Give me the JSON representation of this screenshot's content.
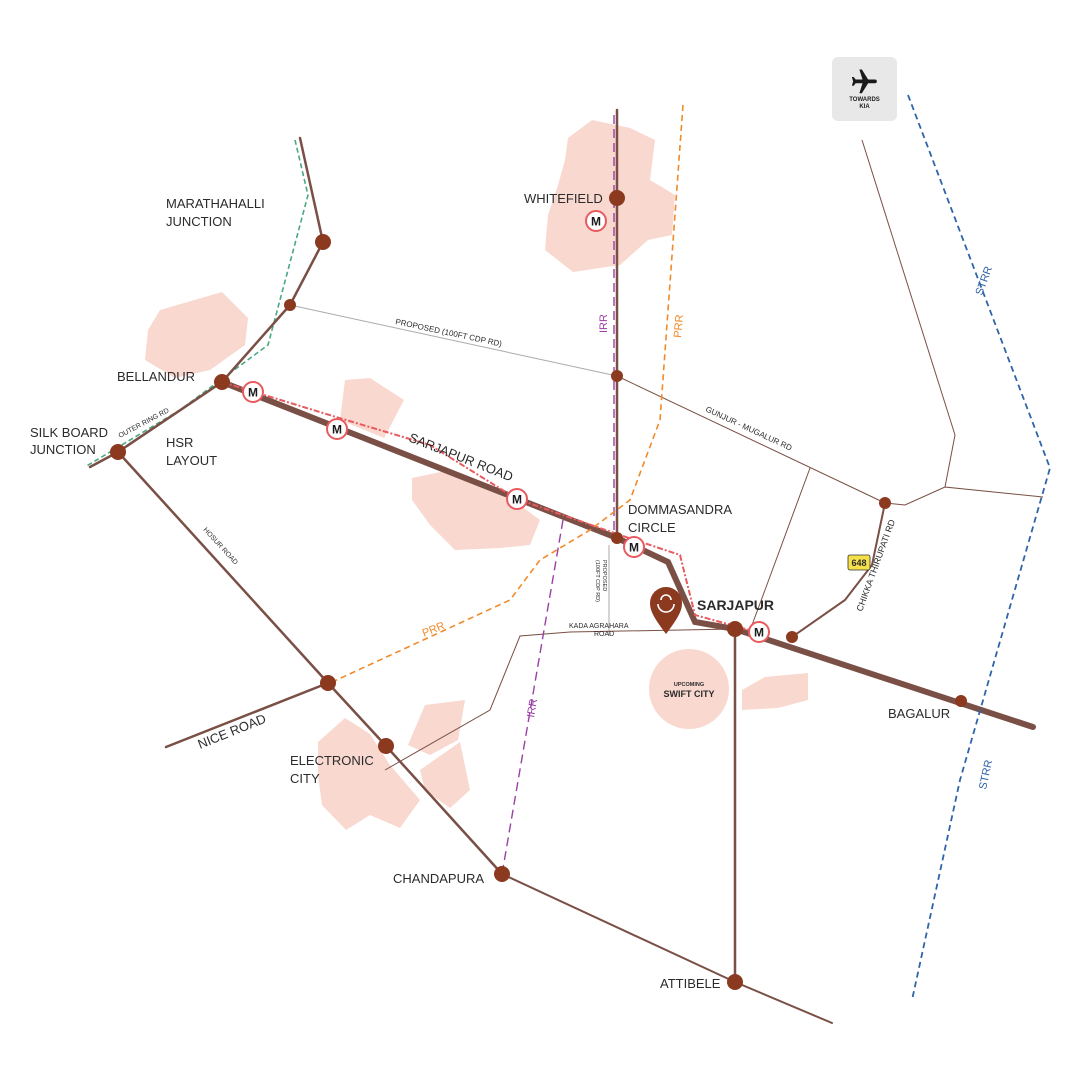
{
  "places": {
    "whitefield": "WHITEFIELD",
    "marathahalli_1": "MARATHAHALLI",
    "marathahalli_2": "JUNCTION",
    "bellandur": "BELLANDUR",
    "silk_board_1": "SILK BOARD",
    "silk_board_2": "JUNCTION",
    "hsr_1": "HSR",
    "hsr_2": "LAYOUT",
    "dommasandra_1": "DOMMASANDRA",
    "dommasandra_2": "CIRCLE",
    "sarjapur": "SARJAPUR",
    "bagalur": "BAGALUR",
    "electronic_city_1": "ELECTRONIC",
    "electronic_city_2": "CITY",
    "chandapura": "CHANDAPURA",
    "attibele": "ATTIBELE"
  },
  "roads": {
    "sarjapur_road": "SARJAPUR ROAD",
    "outer_ring_rd": "OUTER RING RD",
    "proposed_cdp": "PROPOSED (100FT CDP RD)",
    "gunjur_mugalur": "GUNJUR - MUGALUR RD",
    "chikka_thirupati": "CHIKKA THIRUPATI RD",
    "hosur_road": "HOSUR ROAD",
    "nice_road": "NICE ROAD",
    "kada_agrahara_1": "KADA AGRAHARA",
    "kada_agrahara_2": "ROAD",
    "proposed_cdp_vertical_1": "PROPOSED",
    "proposed_cdp_vertical_2": "(100FT CDP RD)",
    "irr": "IRR",
    "prr": "PRR",
    "strr": "STRR",
    "route_shield": "648"
  },
  "poi": {
    "upcoming": "UPCOMING",
    "swift_city": "SWIFT CITY",
    "towards_1": "TOWARDS",
    "towards_2": "KIA"
  },
  "metro_label": "M",
  "colors": {
    "road": "#7a4f45",
    "node": "#8b3a20",
    "zone": "#f9d8cf",
    "metro": "#e85a5e",
    "irr": "#9b3fa6",
    "prr": "#f08a2a",
    "strr": "#2f64a8",
    "outer_ring": "#4aa880",
    "thin": "#aaaaaa",
    "pin": "#8b3a20",
    "shield": "#f5e04a"
  },
  "icons": [
    "metro-station-icon",
    "airplane-icon",
    "location-pin-icon"
  ]
}
